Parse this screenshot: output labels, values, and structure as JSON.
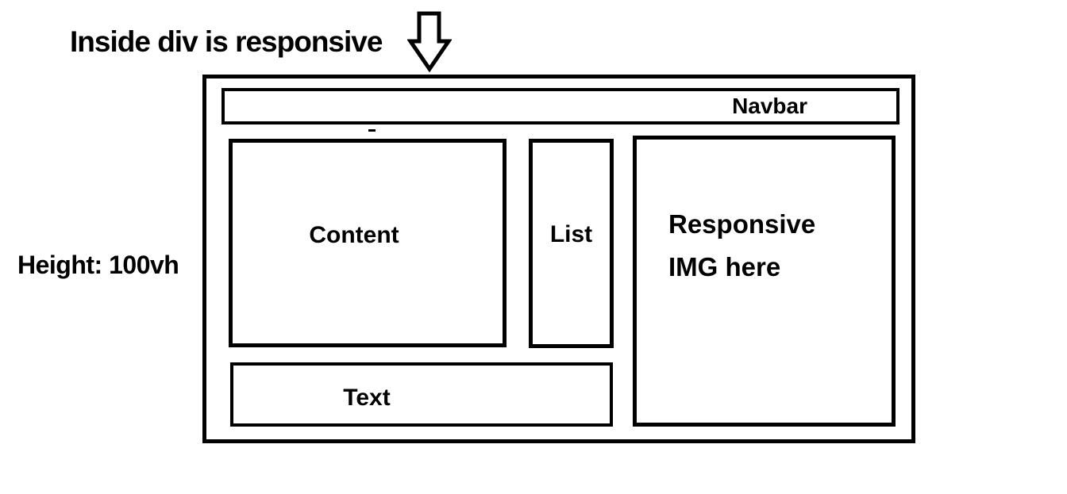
{
  "colors": {
    "ink": "#000000",
    "background": "#ffffff"
  },
  "annotations": {
    "heading": "Inside div is responsive",
    "heading_pointer_icon": "down-arrow",
    "height_label": "Height: 100vh"
  },
  "wireframe": {
    "navbar": {
      "label": "Navbar"
    },
    "content": {
      "label": "Content"
    },
    "list": {
      "label": "List"
    },
    "image": {
      "label_line1": "Responsive",
      "label_line2": "IMG here"
    },
    "text": {
      "label": "Text"
    }
  }
}
